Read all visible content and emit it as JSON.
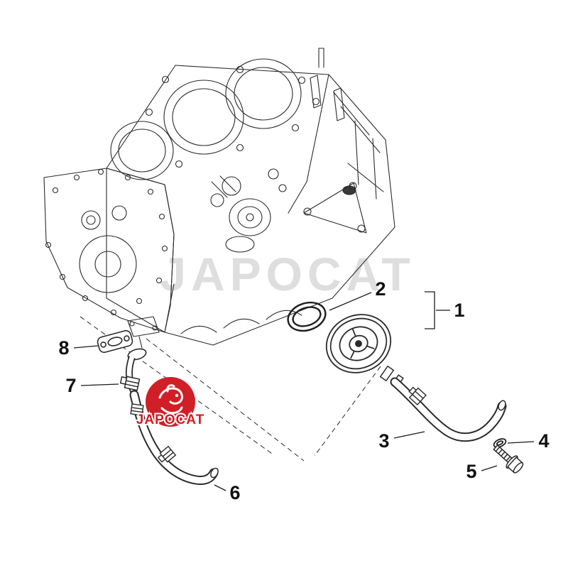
{
  "diagram": {
    "watermark_text": "JAPOCAT",
    "logo": {
      "text": "JAPOCAT",
      "color": "#d01f26"
    },
    "line_color": "#2b2b2b",
    "callouts": [
      {
        "label": "1"
      },
      {
        "label": "2"
      },
      {
        "label": "3"
      },
      {
        "label": "4"
      },
      {
        "label": "5"
      },
      {
        "label": "6"
      },
      {
        "label": "7"
      },
      {
        "label": "8"
      }
    ]
  }
}
